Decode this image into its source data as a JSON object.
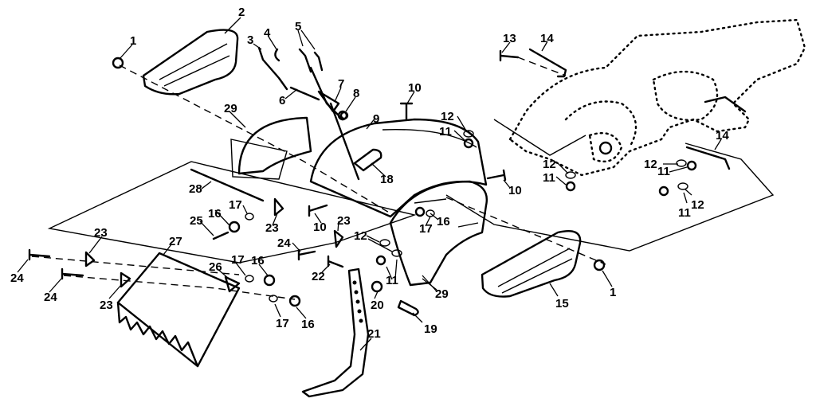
{
  "callouts": {
    "c1a": "1",
    "c1b": "1",
    "c2": "2",
    "c3": "3",
    "c4": "4",
    "c5": "5",
    "c6": "6",
    "c7": "7",
    "c8": "8",
    "c9": "9",
    "c10a": "10",
    "c10b": "10",
    "c10c": "10",
    "c11a": "11",
    "c11b": "11",
    "c11c": "11",
    "c11d": "11",
    "c11e": "11",
    "c12a": "12",
    "c12b": "12",
    "c12c": "12",
    "c12d": "12",
    "c12e": "12",
    "c13": "13",
    "c14a": "14",
    "c14b": "14",
    "c15": "15",
    "c16a": "16",
    "c16b": "16",
    "c16c": "16",
    "c16d": "16",
    "c17a": "17",
    "c17b": "17",
    "c17c": "17",
    "c17d": "17",
    "c18": "18",
    "c19": "19",
    "c20": "20",
    "c21": "21",
    "c22": "22",
    "c23a": "23",
    "c23b": "23",
    "c23c": "23",
    "c23d": "23",
    "c24a": "24",
    "c24b": "24",
    "c24c": "24",
    "c25": "25",
    "c26": "26",
    "c27": "27",
    "c28": "28",
    "c29a": "29",
    "c29b": "29"
  }
}
